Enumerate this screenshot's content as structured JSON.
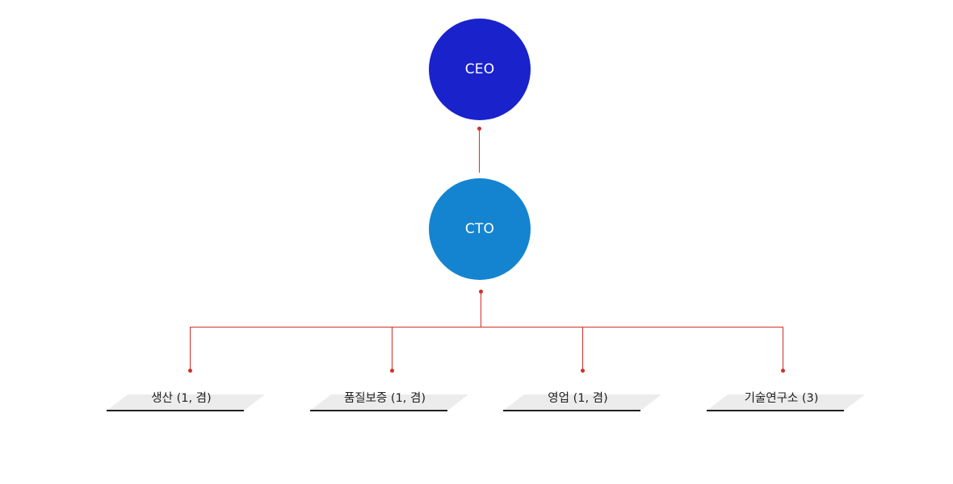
{
  "org_chart": {
    "ceo": {
      "label": "CEO",
      "color": "#1a22cc"
    },
    "cto": {
      "label": "CTO",
      "color": "#1584d0"
    },
    "departments": [
      {
        "label": "생산 (1, 겸)"
      },
      {
        "label": "품질보증 (1, 겸)"
      },
      {
        "label": "영업 (1, 겸)"
      },
      {
        "label": "기술연구소 (3)"
      }
    ],
    "connector_color": "#d0302a"
  }
}
